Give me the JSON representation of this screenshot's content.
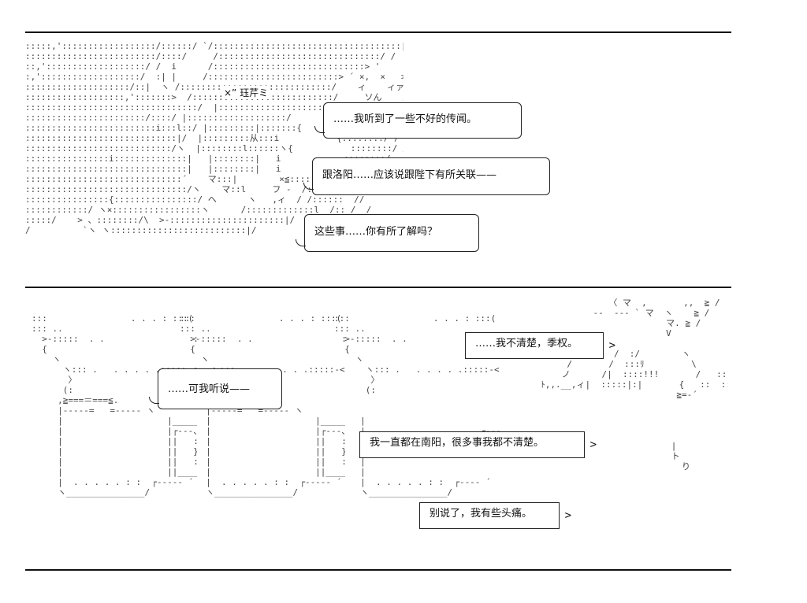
{
  "panel1": {
    "art_left": ":::::,'::::::::::::::::::/::::::/ `/::::::::::::::::::::::::::::::::::::|/      /::::/::::::::::::::::::|\n:::::::::::::::::::::::::/::::/     /:::::::::::::::::::::::::::::::/ /  |     /::::/::::::::::::::::::::|\n::,':::::::::::::::::::/ /  i      /:::::::::::::::::::::::::::::> '     '  / /:::::::::::::::::::::/::::::i\n:,':::::::::::::::::::/  :| |     /:::::::::::::::::::::::::> ´ ×,  ×   > /  ::::::::::::::::/ |::::/\n::::::::::::::::::::/::|  ヽ /:::::::::::::::::::::::::::::/    ィ    ィァ   //:::::::::::::::\n:::::::::::::::::::,':::::::>  /:::::::::::::::::::::::::::/     ソん    /::::::::::::::/\n:::::::::::::::::::::::::::::::::/  |:::::::::::::::::::::/      V少   ´ /::::::::::::/\n:::::::::::::::::::::::/::::/ |:::::::::::::::::::/            ,:::::::::::/\n:::::::::::::::::::::::::i:::l::/ |:::::::::|:::::::{           ´ `::::::::::}::::::/\n:::::::::::::::::::::::::::::|/  |:::::::::从:::i           {::::::::/ /\n::::::::::::::::::::::::::::/ヽ  |::::::::l::::::ヽ{           ::::::::/ /\n::::::::::::::::i::::::::::::::|   |::::::::|   i            ::::::::/\n:::::::::::::::::::::::::::::::|   |::::::::|   i           :::::::::::/\n::::::::::::::::::::::::::::::´    マ:::|        ×≦:::::::::::::/\n:::::::::::::::::::::::::::::::/ヽ    マ::l     フ -  /:::::::::::/\n::::::::::::::::{::::::::::::::::/ ヘ      ヽ   ,ィ  / /::::::  //\n::::::::::::/ ヽ×:::::::::::::::::ヽ      /:::::::::::::l  /:: /  /\n:::::/    > 、::::::::/\\  >-::::::::::::::::::::::|/\n/          `ヽ ヽ::::::::::::::::::::::::::|/",
    "tag": "×” 珏芹ミ",
    "bubble1": "……我听到了一些不好的传闻。",
    "bubble2": "跟洛阳……应该说跟陛下有所关联——",
    "bubble3": "这些事……你有所了解吗？"
  },
  "panel2": {
    "char_a_art": ":::                . . . : :::(\n::: ..                          ::::\n  >-:::::  . .                 ::::\n  {                                ;\n    ヽ                              |\n      ヽ::: .   . . . . .:::::-<  ,\n       〉                           }\n      (:                         /\n     ,≧===＝===≦.\n     |-----=   =----- ヽ\n     |                    |_____\n     |                    |┌---、::卜\n     |                    ||   :::::::\n     |                    ||   }::  i\n     |                    ||   ::::::\n     |                    ||_____:::/\n     |  . . . . . : :  ┌----- ´\n     ヽ_______________/",
    "char_b_art": ":::                . . . : :::(\n::: ..                          ::::\n  >-:::::  . .                 ::::\n  {                                ;\n    ヽ                              |\n      ヽ::: .   . . . . .:::::-<  ,\n       〉                           }\n      (:                         /\n     ,≧===＝===≦.\n     |-----=   =----- ヽ\n     |                    |_____\n     |                    |┌---、::卜\n     |                    ||   :::::::\n     |                    ||   }::  i\n     |                    ||   ::::::\n     |                    ||_____:::/\n     |  . . . . . : :  ┌----- ´\n     ヽ_______________/",
    "char_c_art": ":::                . . . : :::(\n::: ..                          ::::\n  >-:::::  . .                 ::::\n  {                                ;\n    ヽ                              |\n      ヽ::: .   . . . . .:::::-<  ,\n       〉                           }\n      (:                         /\n\n\n     |\n     |                      ┌---、::卜\n     |                      |   :::::\n     |\n     |\n     |\n     |  . . . . . : :  ┌---- ´\n     ヽ_______________/",
    "char_d_art": "                       〈 マ  ,       ,,  ≧ /\n                    --  --- ` マ  ヽ    ≧ /\n                                  マ. ≧ /\n                                  V\n\n                /       /  :/        ヽ\n               /       /  :::ﾘ         \\\n              ノ      /|  ::::!!!       /   ::: /\n          ﾄ,,.__,ィ|  :::::|:|       {   ::  ::\n                                    ≧=-´\n\n\n\n\n                                   |\n                                   ト\n                                     り",
    "bubble4": "……可我听说——",
    "bubble5": "……我不清楚，季权。",
    "bubble6": "我一直都在南阳，很多事我都不清楚。",
    "bubble7": "别说了，我有些头痛。",
    "arrow": ">"
  }
}
